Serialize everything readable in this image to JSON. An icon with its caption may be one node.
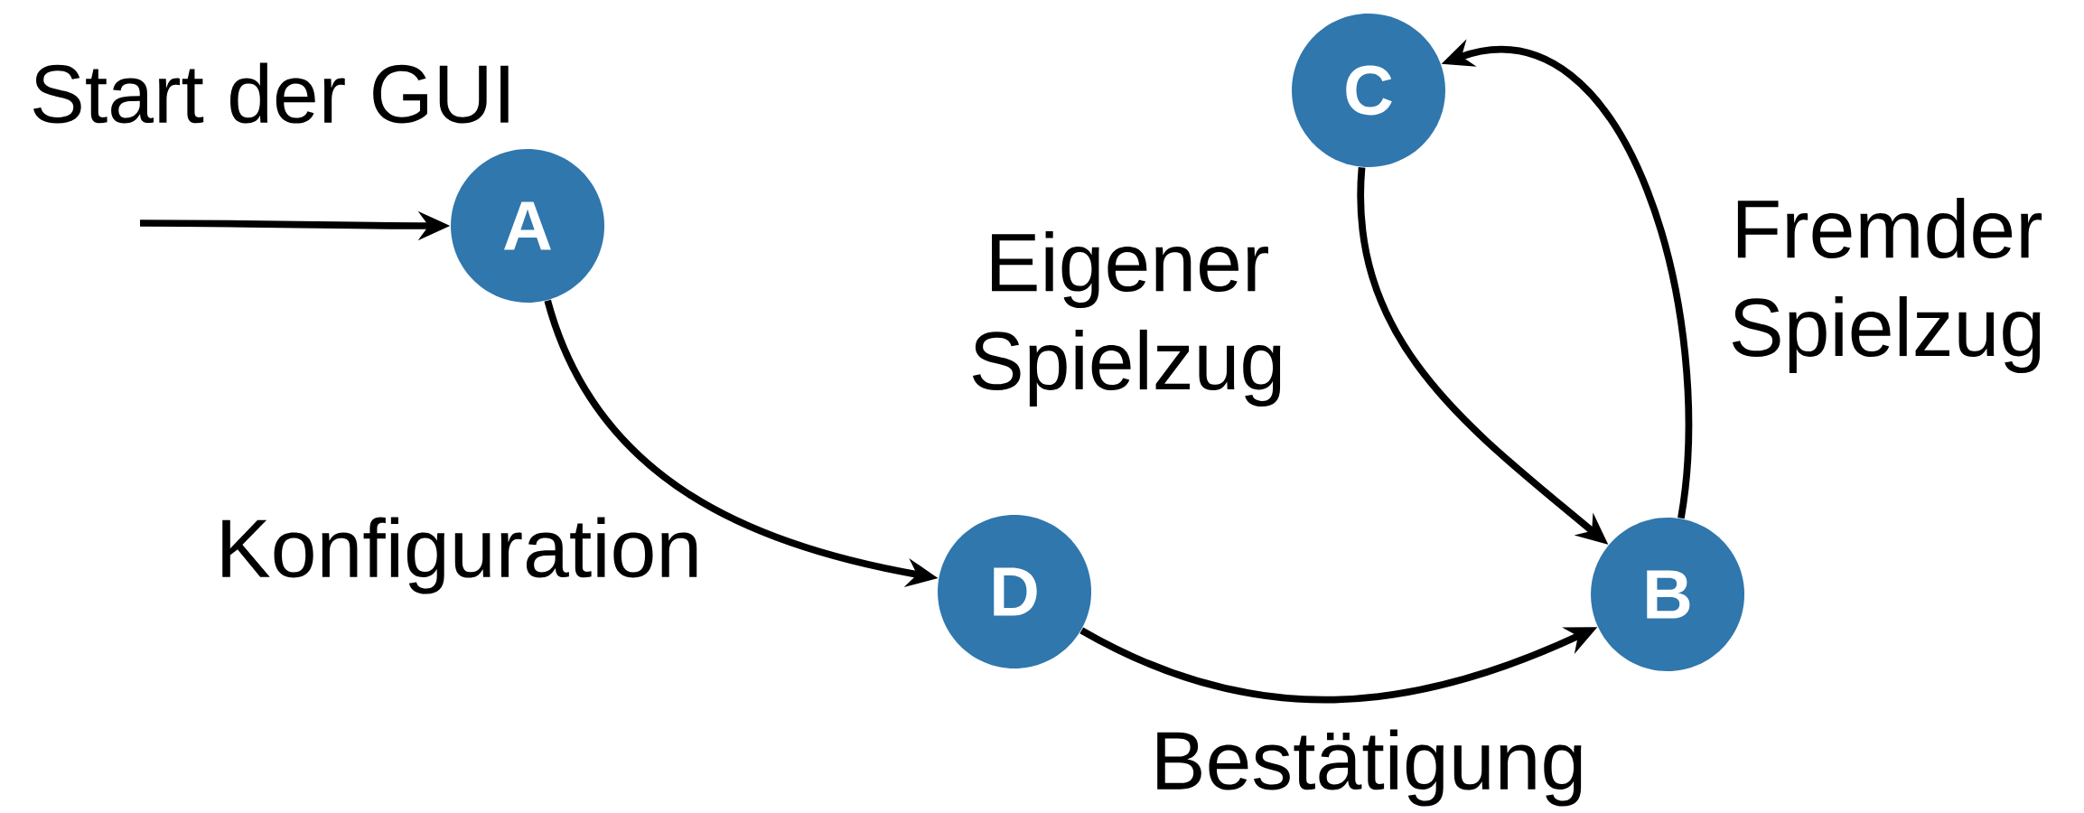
{
  "diagram": {
    "nodes": [
      {
        "text": [
          "A"
        ]
      },
      {
        "text": [
          "D"
        ]
      },
      {
        "text": [
          "B"
        ]
      },
      {
        "text": [
          "C"
        ]
      }
    ],
    "edges": [
      {
        "from": null,
        "to": 0,
        "arrow": "to",
        "label": "Start der GUI"
      },
      {
        "from": 0,
        "to": 1,
        "arrow": "to",
        "label": "Konfiguration"
      },
      {
        "from": 1,
        "to": 2,
        "arrow": "to",
        "label": "Bestätigung"
      },
      {
        "from": 3,
        "to": 2,
        "arrow": "to",
        "label": "Eigener Spielzug"
      },
      {
        "from": 2,
        "to": 3,
        "arrow": "to",
        "label": "Fremder Spielzug"
      }
    ]
  }
}
